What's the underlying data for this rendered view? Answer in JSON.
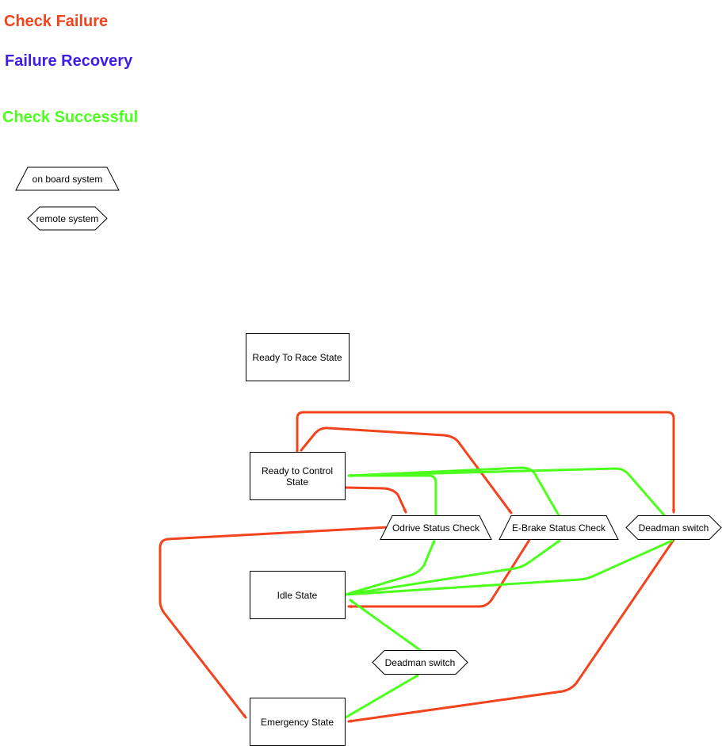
{
  "legend": {
    "failure": {
      "label": "Check Failure",
      "color": "#f2431c"
    },
    "recovery": {
      "label": "Failure Recovery",
      "color": "#3d1ee6"
    },
    "success": {
      "label": "Check Successful",
      "color": "#4cff1c"
    }
  },
  "shape_legend": {
    "onboard": "on board system",
    "remote": "remote system"
  },
  "states": {
    "ready_to_race": "Ready To Race State",
    "ready_to_control_line1": "Ready to Control",
    "ready_to_control_line2": "State",
    "idle": "Idle State",
    "emergency": "Emergency State"
  },
  "checks": {
    "odrive": "Odrive Status Check",
    "ebrake": "E-Brake Status Check",
    "deadman_top": "Deadman switch",
    "deadman_bottom": "Deadman switch"
  },
  "colors": {
    "failure_arrow": "#f2431c",
    "success_arrow": "#4cff1c",
    "stroke": "#000000"
  }
}
